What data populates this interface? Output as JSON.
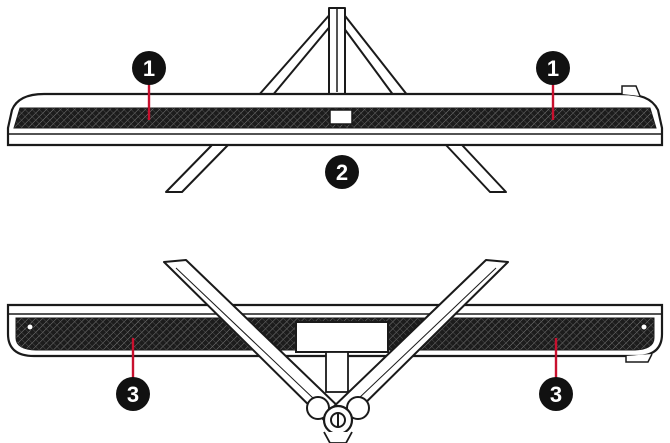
{
  "callouts": [
    {
      "number": "1"
    },
    {
      "number": "1"
    },
    {
      "number": "2"
    },
    {
      "number": "3"
    },
    {
      "number": "3"
    }
  ],
  "colors": {
    "leader_line": "#c8102e",
    "callout_fill": "#111111",
    "callout_text": "#ffffff",
    "outline": "#1a1a1a",
    "vent_dark": "#1c1c1c"
  }
}
